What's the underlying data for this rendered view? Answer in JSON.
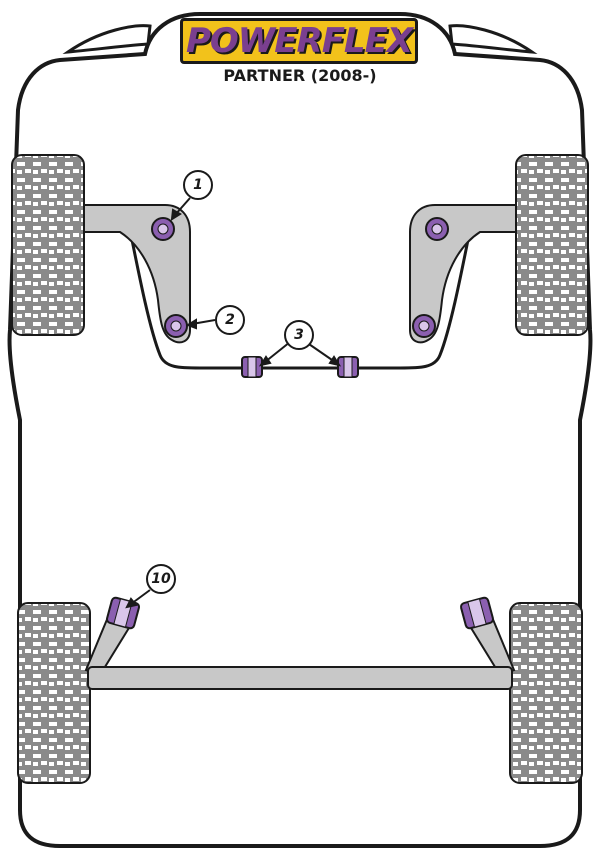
{
  "brand": {
    "logo_text": "POWERFLEX"
  },
  "vehicle": {
    "model": "PARTNER (2008-)"
  },
  "callouts": [
    {
      "id": "1",
      "label": "1"
    },
    {
      "id": "2",
      "label": "2"
    },
    {
      "id": "3",
      "label": "3"
    },
    {
      "id": "10",
      "label": "10"
    }
  ],
  "colors": {
    "brand_yellow": "#f2c21b",
    "brand_purple": "#7a3f8f",
    "bush_purple": "#8b5fb0",
    "arm_grey": "#c8c8c8",
    "tyre_grey": "#8a8a8a",
    "outline": "#1a1a1a"
  }
}
